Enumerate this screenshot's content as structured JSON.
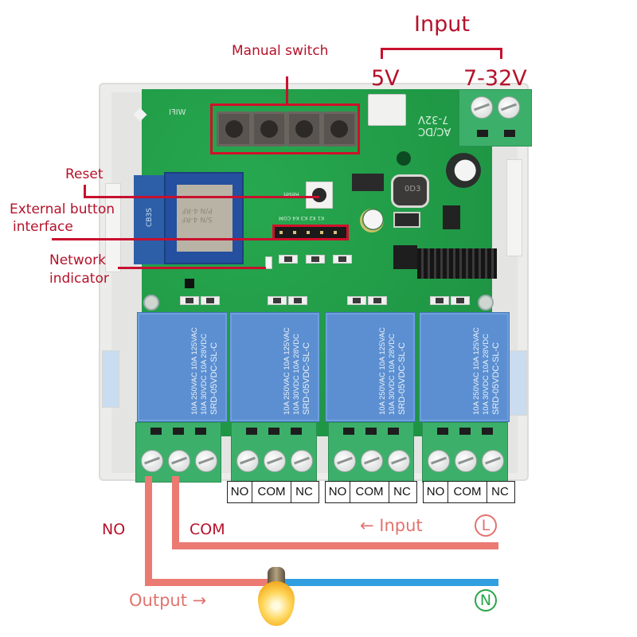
{
  "title_labels": {
    "manual_switch": "Manual switch",
    "input": "Input",
    "v5": "5V",
    "v7_32": "7-32V",
    "reset": "Reset",
    "external_button_line1": "External button",
    "external_button_line2": "interface",
    "network_line1": "Network",
    "network_line2": "indicator"
  },
  "pcb": {
    "wifi_silk": "WIFI",
    "power_silk_line1": "7-32V",
    "power_silk_line2": "AC/DC",
    "module_text": [
      "P/N 4-RF",
      "S/N 4-RF"
    ],
    "antenna_label": "CB3S",
    "reset_silk": "Reset",
    "header_silk": "K1 K2 K3 K4 COM",
    "inductor_text": "0D3"
  },
  "relays": [
    {
      "model": "SRD-05VDC-SL-C",
      "rating1": "10A 250VAC  10A 125VAC",
      "rating2": "10A 30VDC  10A 28VDC"
    },
    {
      "model": "SRD-05VDC-SL-C",
      "rating1": "10A 250VAC  10A 125VAC",
      "rating2": "10A 30VDC  10A 28VDC"
    },
    {
      "model": "SRD-05VDC-SL-C",
      "rating1": "10A 250VAC  10A 125VAC",
      "rating2": "10A 30VDC  10A 28VDC"
    },
    {
      "model": "SRD-05VDC-SL-C",
      "rating1": "10A 250VAC  10A 125VAC",
      "rating2": "10A 30VDC  10A 28VDC"
    }
  ],
  "terminal_labels": [
    {
      "no": "NO",
      "com": "COM",
      "nc": "NC"
    },
    {
      "no": "NO",
      "com": "COM",
      "nc": "NC"
    },
    {
      "no": "NO",
      "com": "COM",
      "nc": "NC"
    }
  ],
  "wiring": {
    "no": "NO",
    "com": "COM",
    "input": "← Input",
    "output": "Output →",
    "live": "L",
    "neutral": "N",
    "live_color": "#eb7a73",
    "neutral_color": "#2f9fe0",
    "neutral_symbol_color": "#2aa54a"
  },
  "colors": {
    "annotation_red": "#c8102e",
    "pcb_green": "#1f9a45",
    "relay_blue": "#5b8fd1",
    "terminal_green": "#3cb06a"
  }
}
